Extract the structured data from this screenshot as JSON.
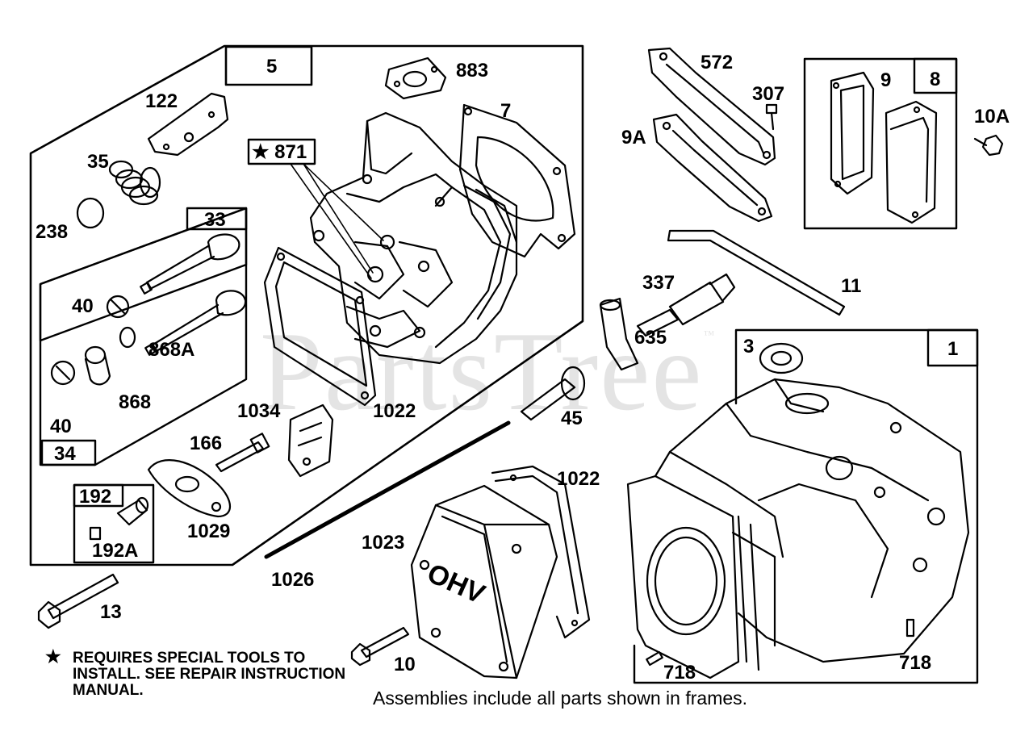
{
  "watermark": {
    "text": "PartsTree",
    "tm": "™"
  },
  "frames": {
    "f5": "5",
    "f33": "33",
    "f34": "34",
    "f192": "192",
    "f8": "8",
    "f1": "1"
  },
  "star_label": "★ 871",
  "parts": [
    {
      "id": "p883",
      "label": "883"
    },
    {
      "id": "p7",
      "label": "7"
    },
    {
      "id": "p122",
      "label": "122"
    },
    {
      "id": "p35",
      "label": "35"
    },
    {
      "id": "p238",
      "label": "238"
    },
    {
      "id": "p40a",
      "label": "40"
    },
    {
      "id": "p868a",
      "label": "868A"
    },
    {
      "id": "p868",
      "label": "868"
    },
    {
      "id": "p40b",
      "label": "40"
    },
    {
      "id": "p1034",
      "label": "1034"
    },
    {
      "id": "p1022a",
      "label": "1022"
    },
    {
      "id": "p166",
      "label": "166"
    },
    {
      "id": "p1029",
      "label": "1029"
    },
    {
      "id": "p192a",
      "label": "192A"
    },
    {
      "id": "p13",
      "label": "13"
    },
    {
      "id": "p1026",
      "label": "1026"
    },
    {
      "id": "p1023",
      "label": "1023"
    },
    {
      "id": "p1022b",
      "label": "1022"
    },
    {
      "id": "p10",
      "label": "10"
    },
    {
      "id": "p45",
      "label": "45"
    },
    {
      "id": "p572",
      "label": "572"
    },
    {
      "id": "p307",
      "label": "307"
    },
    {
      "id": "p9a",
      "label": "9A"
    },
    {
      "id": "p9",
      "label": "9"
    },
    {
      "id": "p10a",
      "label": "10A"
    },
    {
      "id": "p337",
      "label": "337"
    },
    {
      "id": "p11",
      "label": "11"
    },
    {
      "id": "p635",
      "label": "635"
    },
    {
      "id": "p3",
      "label": "3"
    },
    {
      "id": "p718a",
      "label": "718"
    },
    {
      "id": "p718b",
      "label": "718"
    }
  ],
  "cover_text": "OHV",
  "note": {
    "star": "★",
    "text": "REQUIRES SPECIAL TOOLS TO INSTALL.  SEE REPAIR INSTRUCTION MANUAL."
  },
  "footer": "Assemblies include all parts shown in frames."
}
